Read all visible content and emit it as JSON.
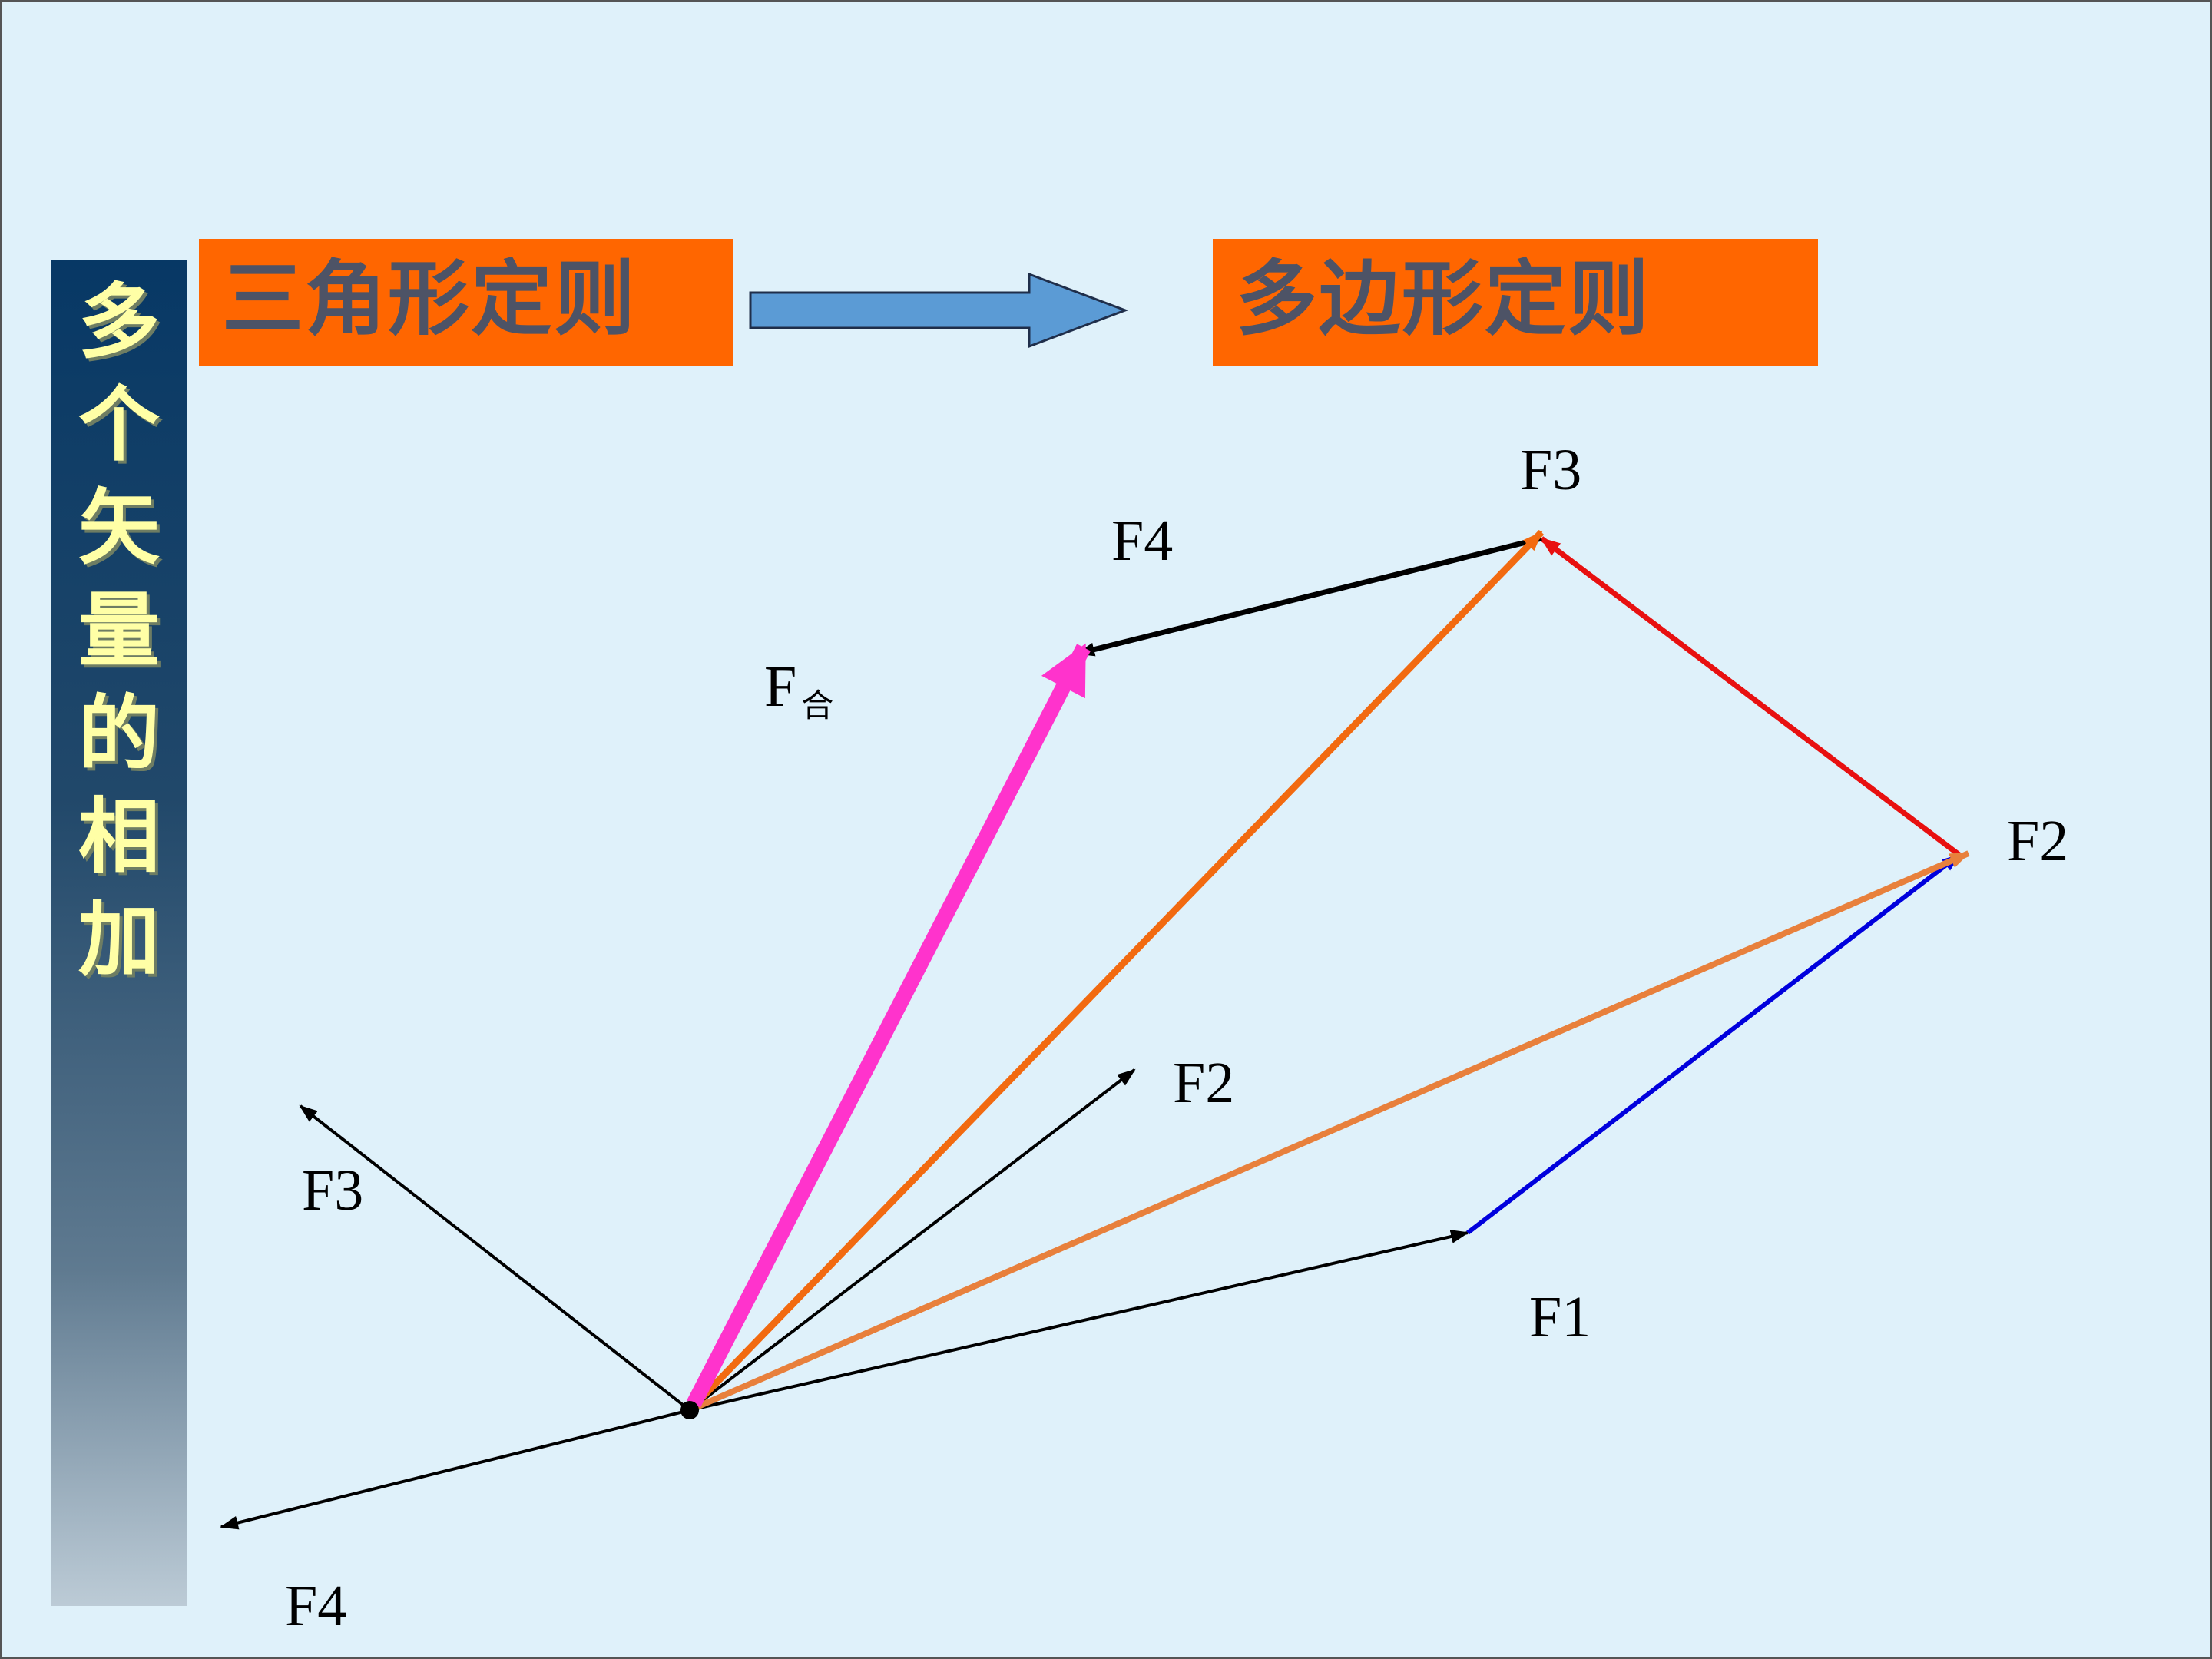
{
  "sidebar": {
    "title_chars": [
      "多",
      "个",
      "矢",
      "量",
      "的",
      "相",
      "加"
    ]
  },
  "header": {
    "left_box": "三角形定则",
    "right_box": "多边形定则"
  },
  "diagram": {
    "origin_labels": {
      "f1": "F1",
      "f2": "F2",
      "f3": "F3",
      "f4": "F4"
    },
    "polygon_labels": {
      "f2": "F2",
      "f3": "F3",
      "f4": "F4"
    },
    "resultant_label": {
      "main": "F",
      "sub": "合"
    }
  },
  "colors": {
    "background": "#dff1fa",
    "box_orange": "#ff6600",
    "box_text": "#4d5366",
    "sidebar_text": "#ffffa6",
    "arrow_blue": "#5b9bd5",
    "vector_f2": "#0000dd",
    "vector_f3": "#e81010",
    "diagonal_orange": "#f26a10",
    "diagonal_light_orange": "#e8803c",
    "resultant_magenta": "#ff33cc"
  }
}
